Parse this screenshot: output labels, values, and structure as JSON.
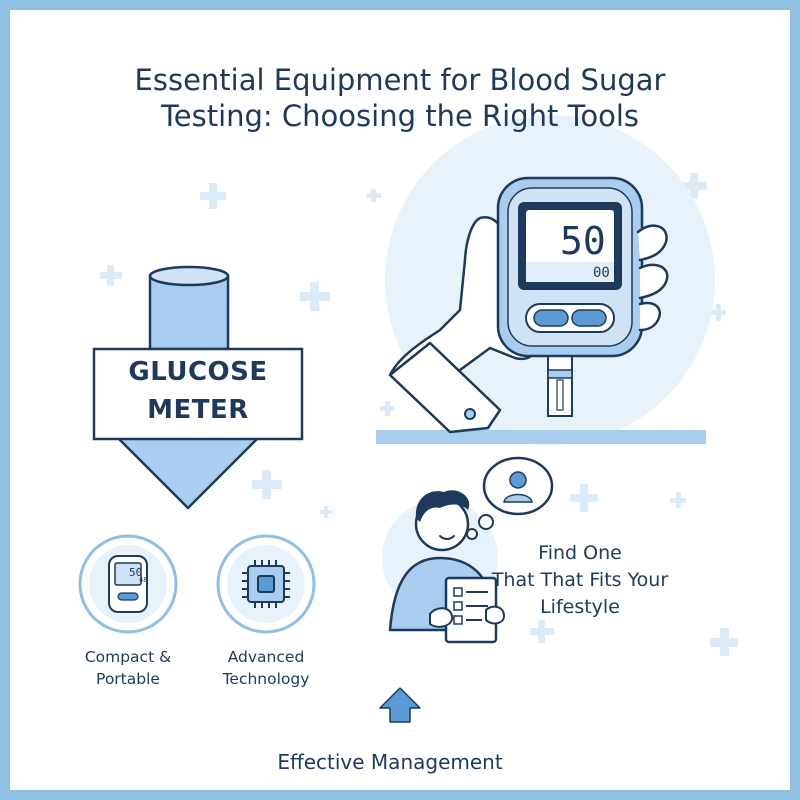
{
  "title": {
    "line1": "Essential Equipment for Blood Sugar",
    "line2": "Testing: Choosing the Right Tools"
  },
  "arrow_banner": {
    "line1": "GLUCOSE",
    "line2": "METER"
  },
  "features": [
    {
      "icon": "mini-meter-icon",
      "line1": "Compact &",
      "line2": "Portable"
    },
    {
      "icon": "chip-icon",
      "line1": "Advanced",
      "line2": "Technology"
    }
  ],
  "meter_screen": {
    "main_reading": "50",
    "small_reading": "00"
  },
  "mini_meter_screen": {
    "main_reading": "50",
    "small_reading": "48"
  },
  "fit_message": {
    "line1": "Find One",
    "line2": "That That Fits Your",
    "line3": "Lifestyle"
  },
  "footer": {
    "label": "Effective Management"
  },
  "colors": {
    "border": "#8fbfe3",
    "dark_navy": "#1d3a5c",
    "light_blue": "#cfe3f5",
    "mid_blue": "#a9cdee",
    "accent_blue": "#5c9ad6"
  }
}
